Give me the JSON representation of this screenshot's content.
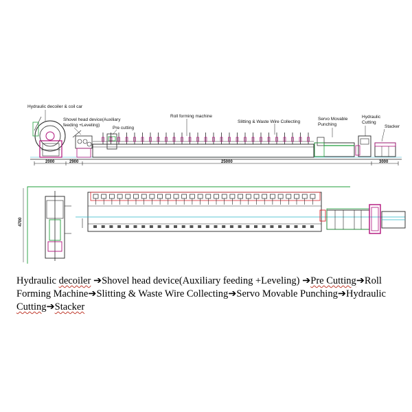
{
  "diagram": {
    "side_view": {
      "labels": {
        "decoiler": "Hydraulic decoiler & coil car",
        "shovel": "Shovel head device(Auxiliary feeding +Leveling)",
        "pre_cutting": "Pre cutting",
        "roll_forming": "Roll forming machine",
        "slitting": "Slitting & Waste Wire Collecting",
        "servo": "Servo Movable Punching",
        "hydraulic_cutting": "Hydraulic Cutting",
        "stacker": "Stacker"
      },
      "dimensions": {
        "d1": "2000",
        "d2": "2900",
        "d3": "25000",
        "d4": "3000"
      }
    },
    "top_view": {
      "width_dim": "4700"
    }
  },
  "caption": {
    "segments": [
      {
        "text": "Hydraulic ",
        "wavy": false
      },
      {
        "text": "decoiler",
        "wavy": true
      },
      {
        "text": " ➔Shovel head device(Auxiliary feeding +Leveling) ➔",
        "wavy": false
      },
      {
        "text": "Pre Cutting",
        "wavy": true
      },
      {
        "text": "➔Roll Forming Machine➔Slitting & Waste Wire Collecting➔Servo Movable Punching➔Hydraulic ",
        "wavy": false
      },
      {
        "text": "Cutting",
        "wavy": true
      },
      {
        "text": "➔",
        "wavy": false
      },
      {
        "text": "Stacker",
        "wavy": true
      }
    ]
  },
  "colors": {
    "line": "#222222",
    "magenta": "#b0107a",
    "red": "#d8262e",
    "green": "#1f9e3a",
    "cyan": "#26b5c9"
  }
}
